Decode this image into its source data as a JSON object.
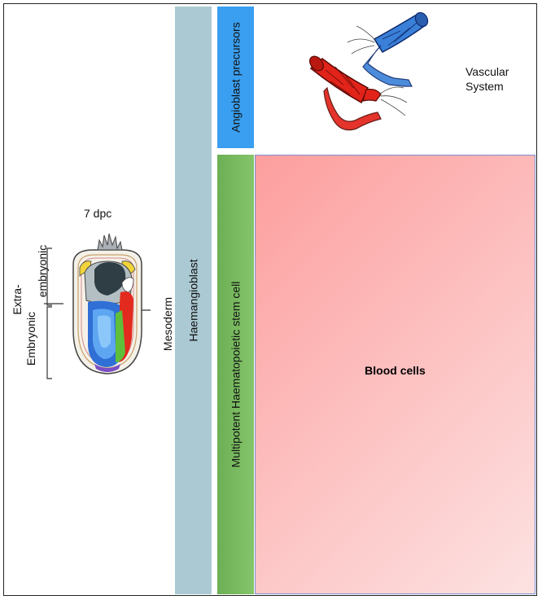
{
  "diagram": {
    "haemangioblast": "Haemangioblast",
    "angioblast_precursors": "Angioblast precursors",
    "multipotent_stem_cell": "Multipotent Haematopoietic stem cell",
    "blood_cells": "Blood cells",
    "vascular_line1": "Vascular",
    "vascular_line2": "System",
    "stage": "7 dpc",
    "mesoderm": "Mesoderm",
    "embryonic": "embryonic",
    "extra_line1": "Extra-",
    "extra_line2": "Embryonic"
  },
  "colors": {
    "haemangioblast_bar": "#abc9d3",
    "angioblast_bar": "#3a9ff0",
    "multipotent_bar": "#6daf55",
    "blood_cells_gradient_start": "#fda3a3",
    "blood_cells_gradient_end": "#fde0e0",
    "artery_red": "#e2231a",
    "vein_blue": "#3a7fd8"
  },
  "icons": {
    "vessels": "blood-vessels-icon",
    "embryo": "embryo-7dpc-icon"
  }
}
